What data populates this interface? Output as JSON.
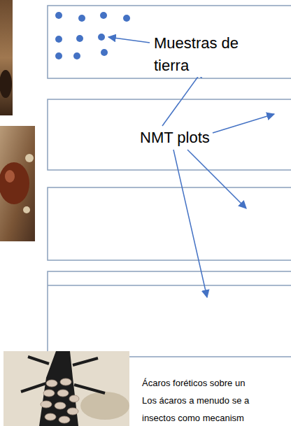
{
  "diagram": {
    "labels": [
      "Muestras de tierra",
      "NMT plots",
      "Ácaros foréticos sobre un",
      "Los ácaros a menudo se a",
      "insectos como mecanism"
    ]
  }
}
